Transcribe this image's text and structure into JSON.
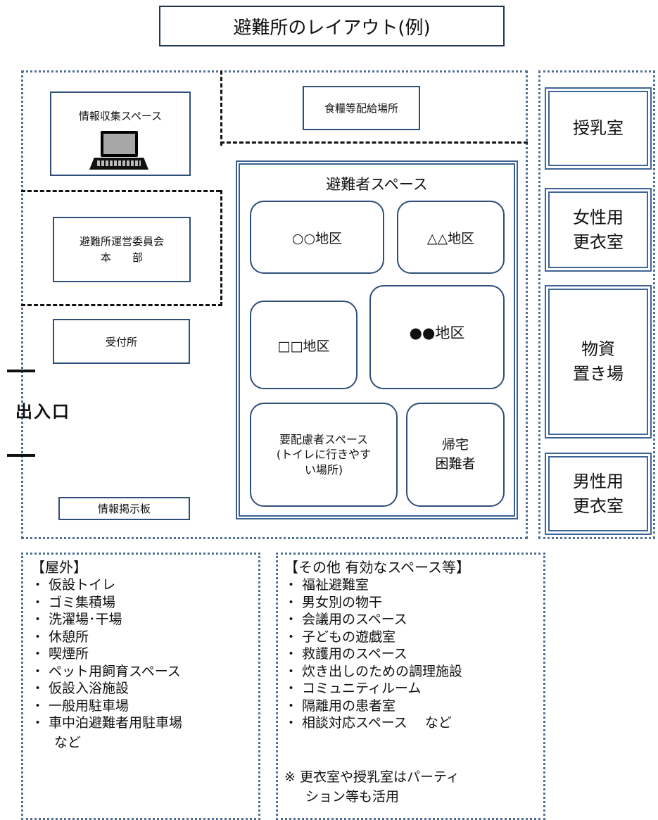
{
  "title": "避難所のレイアウト(例)",
  "rooms": {
    "info_collection": "情報収集スペース",
    "food_distribution": "食糧等配給場所",
    "committee_line1": "避難所運営委員会",
    "committee_line2": "本　　部",
    "reception": "受付所",
    "entrance": "出入口",
    "bulletin_board": "情報掲示板"
  },
  "evacuee_area": {
    "title": "避難者スペース",
    "districts": {
      "circle": "○○地区",
      "triangle": "△△地区",
      "square": "□□地区",
      "filled_circle": "●●地区"
    },
    "special_needs_line1": "要配慮者スペース",
    "special_needs_line2": "(トイレに行きやす",
    "special_needs_line3": "い場所)",
    "stranded_line1": "帰宅",
    "stranded_line2": "困難者"
  },
  "right_rooms": {
    "nursing": "授乳室",
    "women_changing_line1": "女性用",
    "women_changing_line2": "更衣室",
    "supplies_line1": "物資",
    "supplies_line2": "置き場",
    "men_changing_line1": "男性用",
    "men_changing_line2": "更衣室"
  },
  "outdoor": {
    "title": "【屋外】",
    "items": [
      "・ 仮設トイレ",
      "・ ゴミ集積場",
      "・ 洗濯場･干場",
      "・ 休憩所",
      "・ 喫煙所",
      "・ ペット用飼育スペース",
      "・ 仮設入浴施設",
      "・ 一般用駐車場",
      "・ 車中泊避難者用駐車場"
    ],
    "etc": "など"
  },
  "other": {
    "title": "【その他 有効なスペース等】",
    "items": [
      "・ 福祉避難室",
      "・ 男女別の物干",
      "・ 会議用のスペース",
      "・ 子どもの遊戯室",
      "・ 救護用のスペース",
      "・ 炊き出しのための調理施設",
      "・ コミュニティルーム",
      "・ 隔離用の患者室",
      "・ 相談対応スペース　 など"
    ],
    "note_line1": "※ 更衣室や授乳室はパーティ",
    "note_line2": "ション等も活用"
  }
}
